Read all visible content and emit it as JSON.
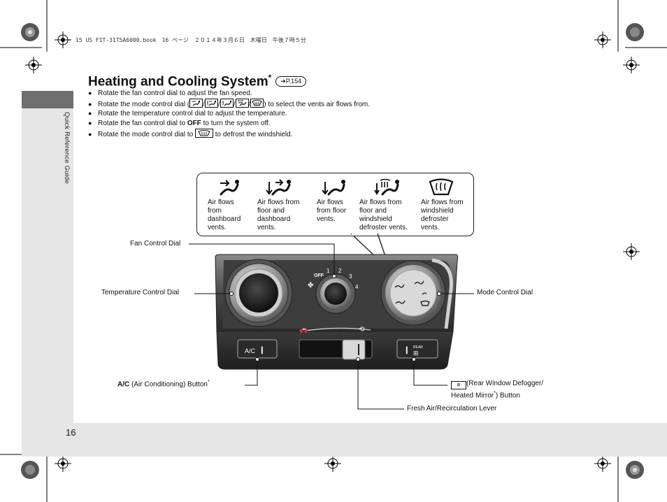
{
  "print_header": "15 US FIT-31T5A6000.book　16 ページ　２０１４年３月６日　木曜日　午後７時５分",
  "side_tab": {
    "label": "Quick Reference Guide"
  },
  "section": {
    "title": "Heating and Cooling System",
    "title_mark": "*",
    "page_ref": "P.154"
  },
  "bullets": [
    {
      "text": "Rotate the fan control dial to adjust the fan speed."
    },
    {
      "before": "Rotate the mode control dial (",
      "sep": "/",
      "after": ") to select the vents air flows from."
    },
    {
      "text": "Rotate the temperature control dial to adjust the temperature."
    },
    {
      "before": "Rotate the fan control dial to ",
      "bold": "OFF",
      "after": " to turn the system off."
    },
    {
      "before": "Rotate the mode control dial to ",
      "after": " to defrost the windshield."
    }
  ],
  "modes": [
    {
      "icon": "dashboard-vents-icon",
      "line1": "Air flows",
      "line2": "from",
      "line3": "dashboard",
      "line4": "vents."
    },
    {
      "icon": "floor-dashboard-vents-icon",
      "line1": "Air flows from",
      "line2": "floor and",
      "line3": "dashboard",
      "line4": "vents."
    },
    {
      "icon": "floor-vents-icon",
      "line1": "Air flows",
      "line2": "from floor",
      "line3": "vents.",
      "line4": ""
    },
    {
      "icon": "floor-defroster-vents-icon",
      "line1": "Air flows from",
      "line2": "floor and",
      "line3": "windshield",
      "line4": "defroster vents."
    },
    {
      "icon": "windshield-defroster-icon",
      "line1": "Air flows from",
      "line2": "windshield",
      "line3": "defroster",
      "line4": "vents."
    }
  ],
  "labels": {
    "fan_control_dial": "Fan Control Dial",
    "temperature_control_dial": "Temperature Control Dial",
    "mode_control_dial": "Mode Control Dial",
    "ac_button_bold": "A/C",
    "ac_button_text": " (Air Conditioning) Button",
    "ac_button_mark": "*",
    "rear_defogger_line1": "(Rear Window Defogger/",
    "rear_defogger_line2_a": "Heated Mirror",
    "rear_defogger_mark": "*",
    "rear_defogger_line2_b": ") Button",
    "fresh_air_lever": "Fresh Air/Recirculation Lever"
  },
  "panel": {
    "fan_off": "OFF",
    "fan_speeds": [
      "1",
      "2",
      "3",
      "4"
    ],
    "ac_button_label": "A/C",
    "rear_button_label": "REAR"
  },
  "page_number": "16"
}
